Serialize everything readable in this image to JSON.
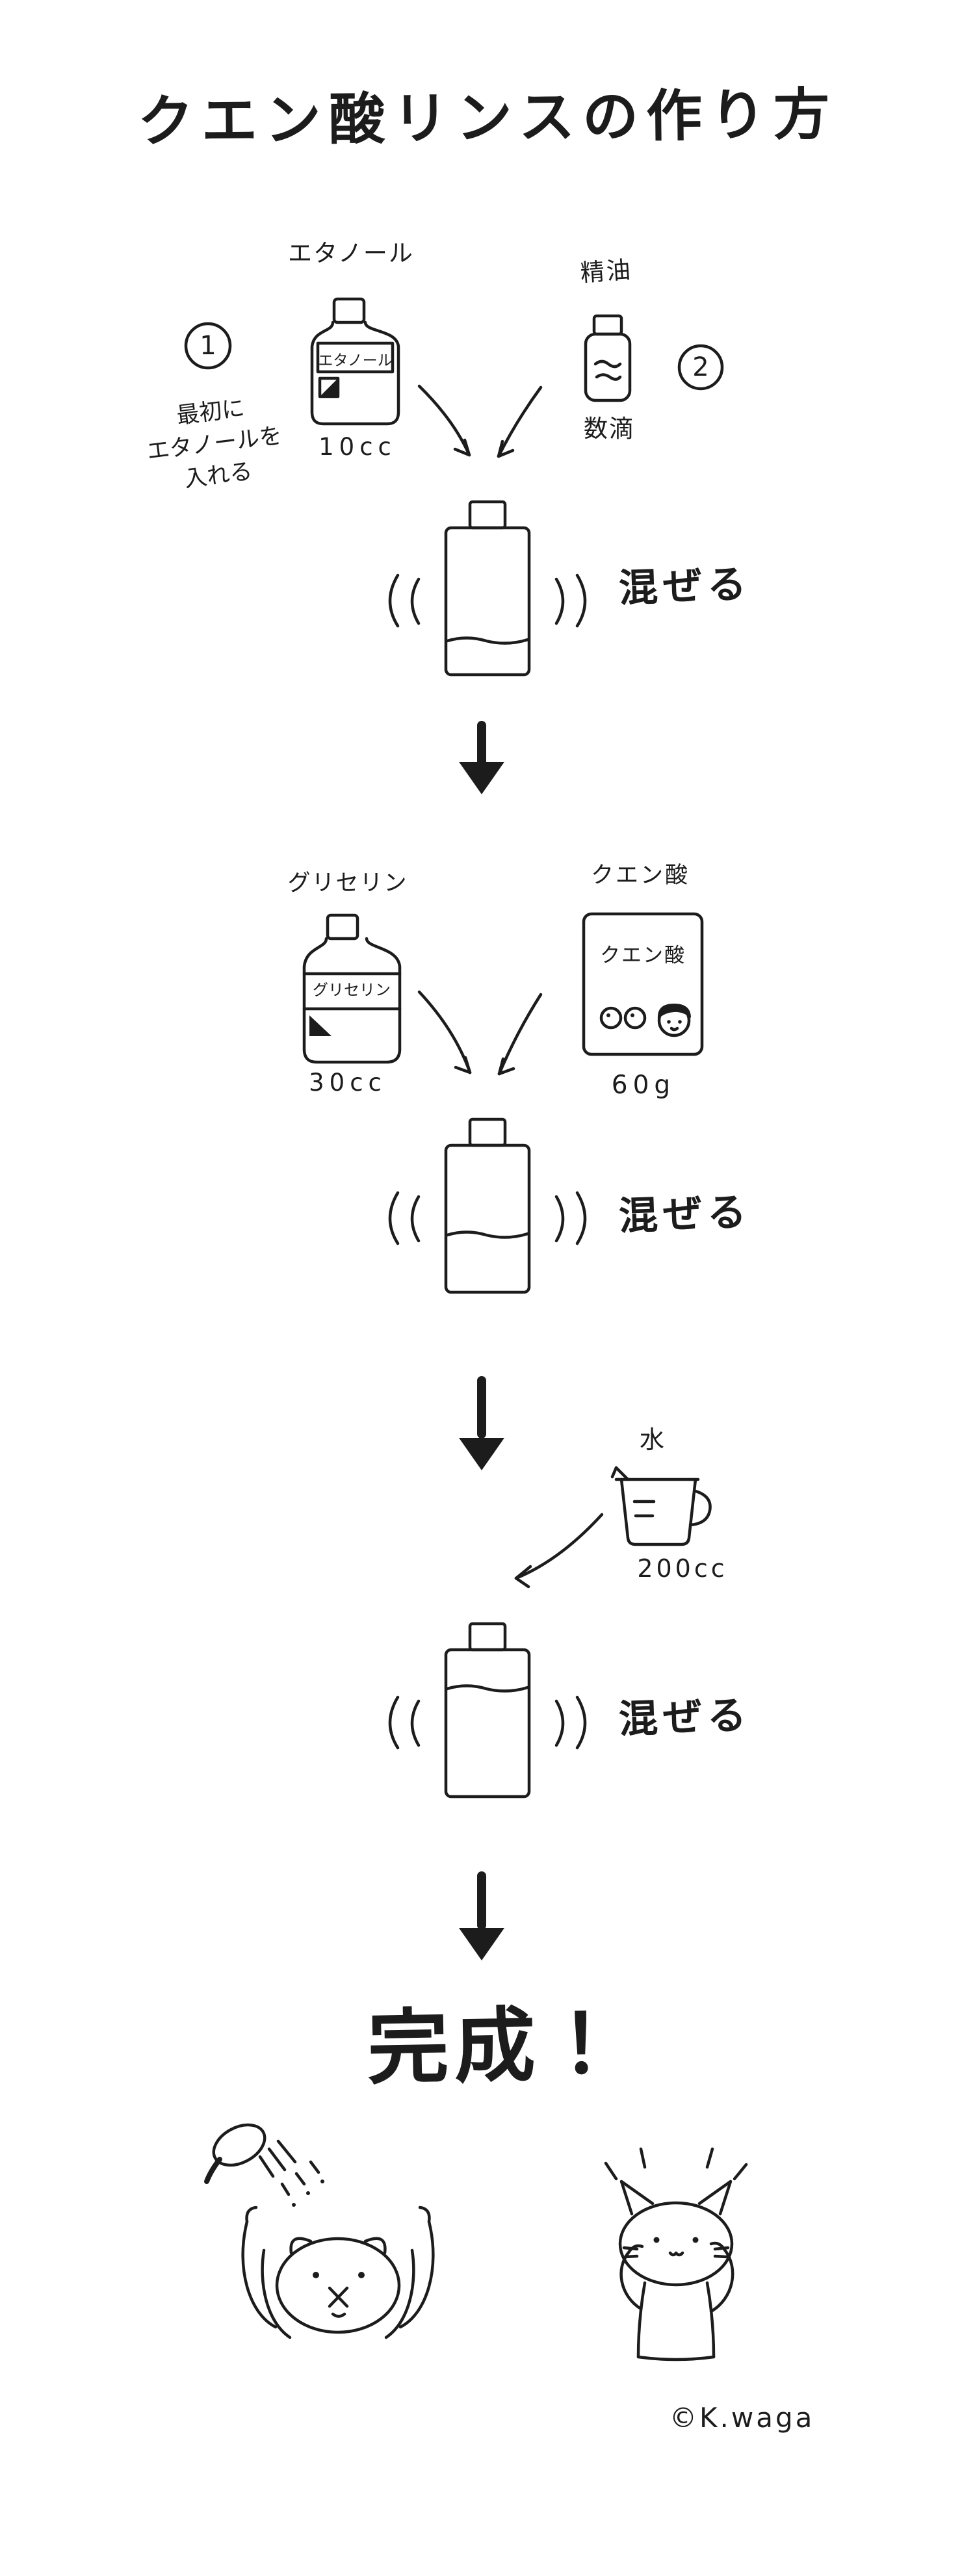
{
  "title": "クエン酸リンスの作り方",
  "colors": {
    "ink": "#1c1c1c",
    "paper": "#ffffff"
  },
  "step1": {
    "badge_1": "1",
    "badge_2": "2",
    "note": "最初に\nエタノールを\n入れる",
    "ethanol_label": "エタノール",
    "ethanol_bottle_text": "エタノール",
    "ethanol_amount": "10cc",
    "oil_label": "精油",
    "oil_amount": "数滴",
    "mix_label": "混ぜる"
  },
  "step2": {
    "glycerin_label": "グリセリン",
    "glycerin_bottle_text": "グリセリン",
    "glycerin_amount": "30cc",
    "citric_label": "クエン酸",
    "citric_package_text": "クエン酸",
    "citric_amount": "60g",
    "mix_label": "混ぜる"
  },
  "step3": {
    "water_label": "水",
    "water_amount": "200cc",
    "mix_label": "混ぜる"
  },
  "result_label": "完成！",
  "credit": "©K.waga"
}
